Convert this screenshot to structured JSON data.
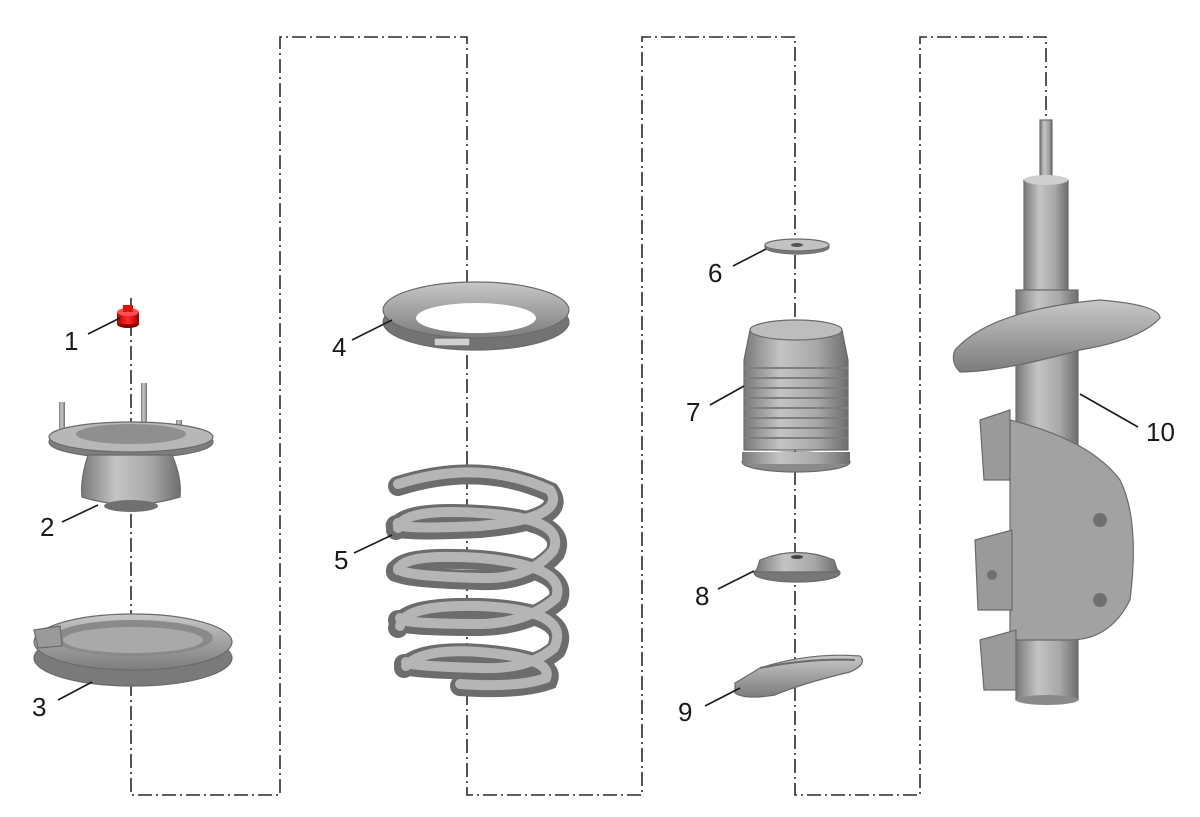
{
  "diagram": {
    "callouts": [
      {
        "id": 1,
        "label": "1"
      },
      {
        "id": 2,
        "label": "2"
      },
      {
        "id": 3,
        "label": "3"
      },
      {
        "id": 4,
        "label": "4"
      },
      {
        "id": 5,
        "label": "5"
      },
      {
        "id": 6,
        "label": "6"
      },
      {
        "id": 7,
        "label": "7"
      },
      {
        "id": 8,
        "label": "8"
      },
      {
        "id": 9,
        "label": "9"
      },
      {
        "id": 10,
        "label": "10"
      }
    ],
    "colors": {
      "part_light": "#c9c9c9",
      "part_mid": "#9c9c9c",
      "part_dark": "#6f6f6f",
      "highlight": "#e01010",
      "line": "#1a1a1a"
    }
  }
}
